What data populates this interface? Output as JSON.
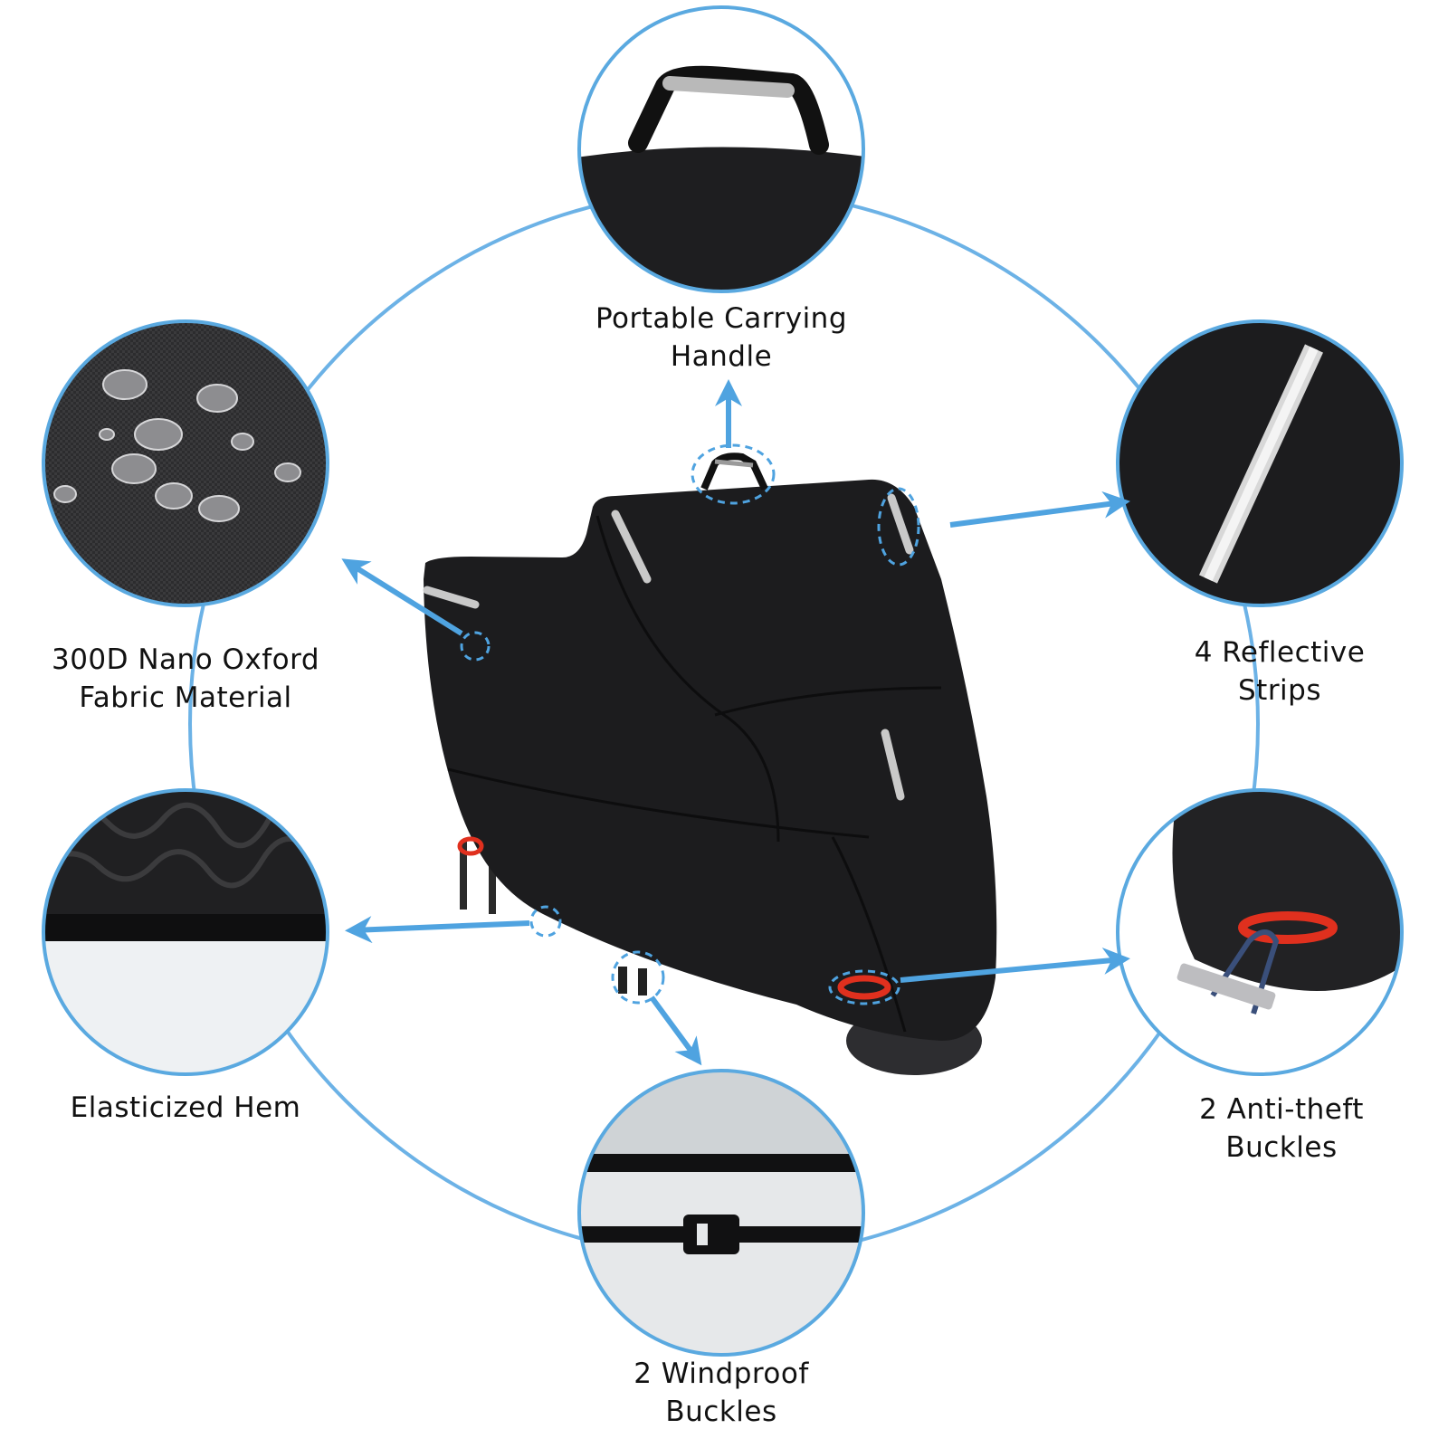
{
  "colors": {
    "accent": "#4fa3e0",
    "ring": "#6cb2e6",
    "cover": "#1c1c1e",
    "reflective": "#c9c9c9",
    "buckle_red": "#e0301e"
  },
  "features": [
    {
      "id": "handle",
      "lines": [
        "Portable Carrying",
        "Handle"
      ]
    },
    {
      "id": "fabric",
      "lines": [
        "300D Nano Oxford",
        "Fabric Material"
      ]
    },
    {
      "id": "reflective",
      "lines": [
        "4 Reflective",
        "Strips"
      ]
    },
    {
      "id": "hem",
      "lines": [
        "Elasticized Hem"
      ]
    },
    {
      "id": "antitheft",
      "lines": [
        "2 Anti-theft",
        "Buckles"
      ]
    },
    {
      "id": "windproof",
      "lines": [
        "2 Windproof",
        "Buckles"
      ]
    }
  ]
}
